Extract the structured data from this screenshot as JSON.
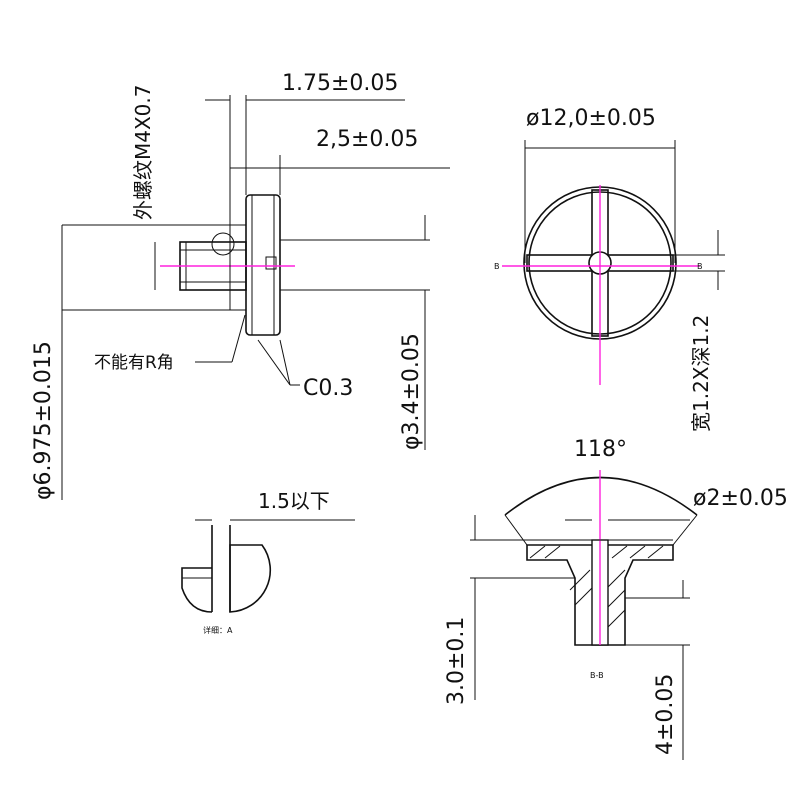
{
  "side_view": {
    "thread_label": "外螺纹M4X0.7",
    "dim_head_thickness": "1.75±0.05",
    "dim_total_length": "2,5±0.05",
    "dim_head_diameter": "φ6.975±0.015",
    "dim_neck_diameter": "φ3.4±0.05",
    "note_no_radius": "不能有R角",
    "chamfer": "C0.3"
  },
  "top_view": {
    "dim_diameter": "ø12,0±0.05",
    "slot_note": "宽1.2X深1.2",
    "section_mark": "B"
  },
  "detail_view": {
    "dim_gap": "1.5以下",
    "caption": "详细：A"
  },
  "section_view": {
    "angle": "118°",
    "dim_hole": "ø2±0.05",
    "dim_height": "3.0±0.1",
    "dim_stem": "4±0.05",
    "caption": "B-B"
  },
  "colors": {
    "line": "#111111",
    "centerline": "#ff22dd"
  }
}
